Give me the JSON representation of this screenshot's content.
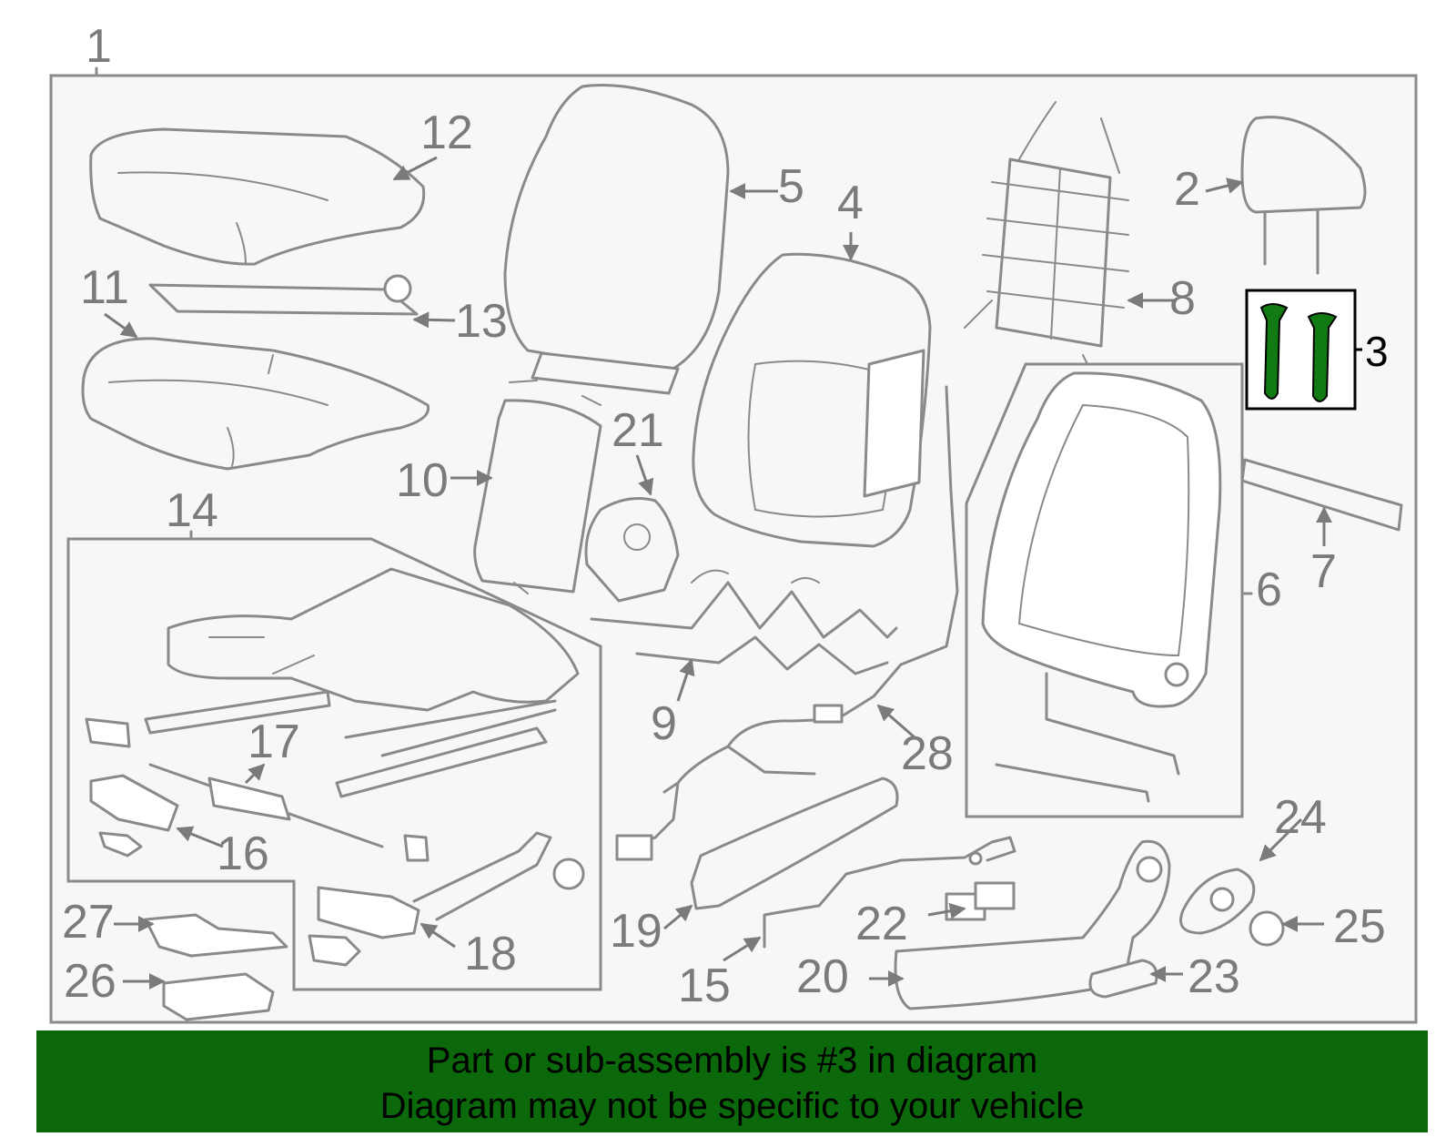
{
  "diagram": {
    "highlight_color": "#127a12",
    "banner_color": "#0b690b",
    "callouts": [
      "1",
      "2",
      "3",
      "4",
      "5",
      "6",
      "7",
      "8",
      "9",
      "10",
      "11",
      "12",
      "13",
      "14",
      "15",
      "16",
      "17",
      "18",
      "19",
      "20",
      "21",
      "22",
      "23",
      "24",
      "25",
      "26",
      "27",
      "28"
    ]
  },
  "banner": {
    "line1": "Part or sub-assembly is #3 in diagram",
    "line2": "Diagram may not be specific to your vehicle"
  }
}
